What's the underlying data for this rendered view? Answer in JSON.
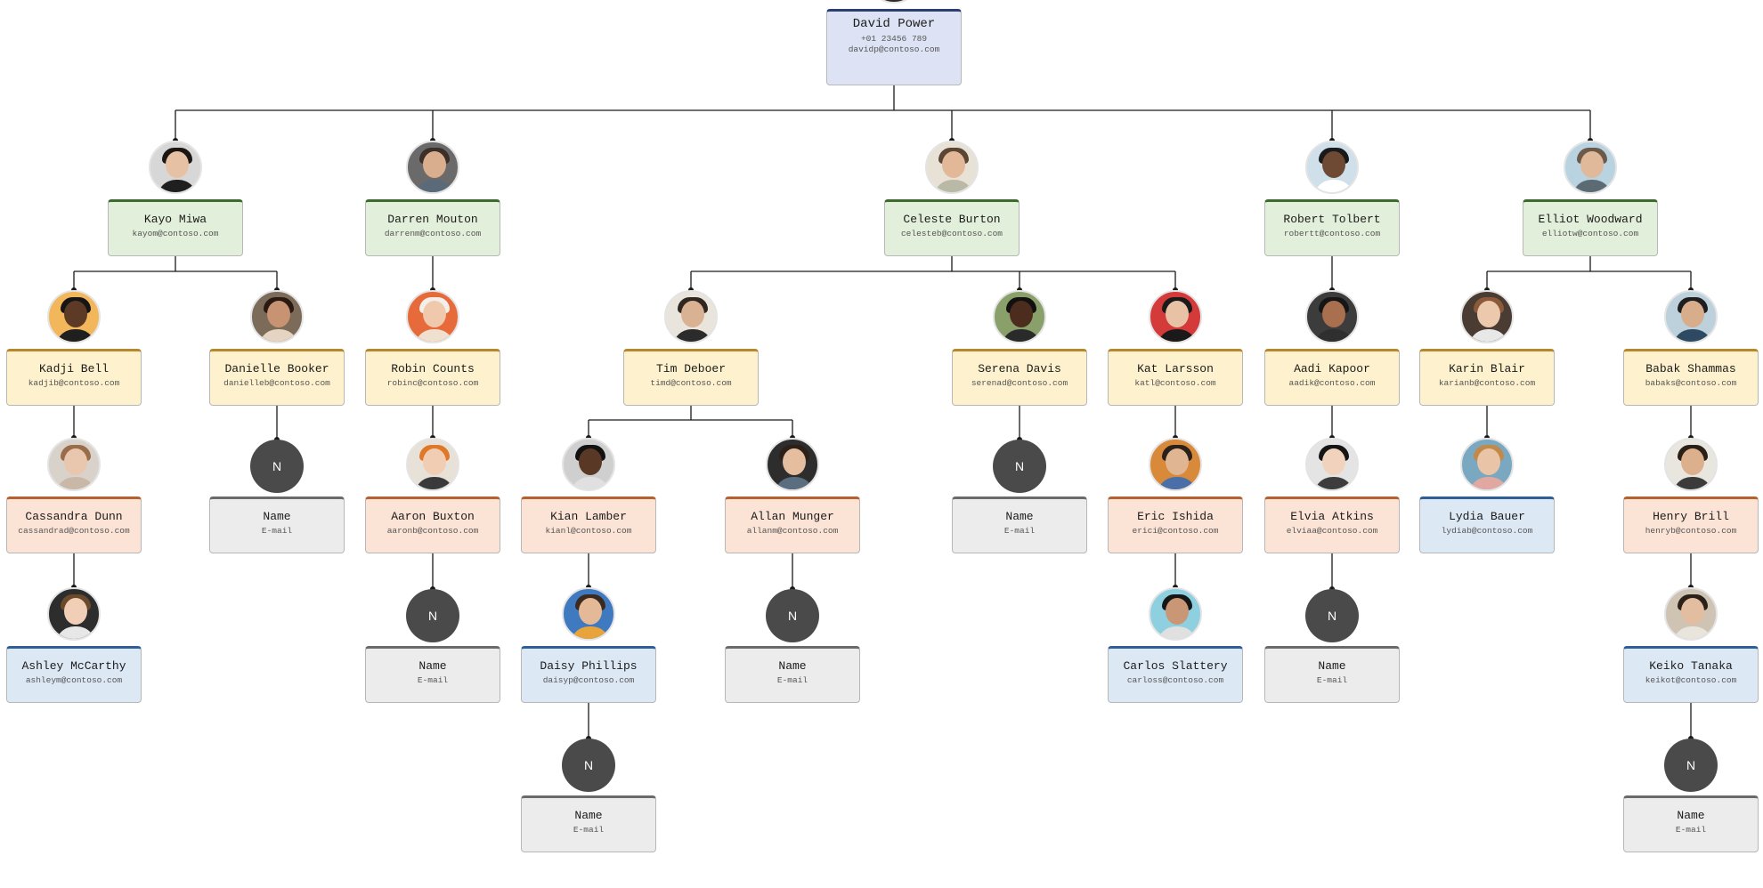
{
  "colors": {
    "line": "#1a1a1a",
    "root": {
      "fill": "#dde3f4",
      "border": "#2c3f70"
    },
    "level1": {
      "fill": "#e2efda",
      "border": "#3d6b2e"
    },
    "level2": {
      "fill": "#fdf2cd",
      "border": "#b8862c"
    },
    "level3": {
      "fill": "#fbe3d6",
      "border": "#b4612d"
    },
    "level4": {
      "fill": "#dde8f5",
      "border": "#2f5f95"
    },
    "placeholder": {
      "fill": "#ececec",
      "border": "#6a6a6a"
    }
  },
  "placeholder_label": "N",
  "people": [
    {
      "id": "root",
      "name": "David Power",
      "phone": "+01 23456 789",
      "email": "davidp@contoso.com",
      "level": "root",
      "parent": null,
      "avatar": {
        "skin": "#e4c4ad",
        "hair": "#cfcfcf",
        "bg": "#a9b4bd",
        "shirt": "#2c2c2c"
      }
    },
    {
      "id": "kayo",
      "name": "Kayo Miwa",
      "email": "kayom@contoso.com",
      "level": "level1",
      "parent": "root",
      "avatar": {
        "skin": "#e6c1a3",
        "hair": "#1c1612",
        "bg": "#d7d7d7",
        "shirt": "#1f1f1f"
      }
    },
    {
      "id": "darren",
      "name": "Darren Mouton",
      "email": "darrenm@contoso.com",
      "level": "level1",
      "parent": "root",
      "avatar": {
        "skin": "#d9ae8f",
        "hair": "#3b2f27",
        "bg": "#6a6a6a",
        "shirt": "#5b6a78"
      }
    },
    {
      "id": "celeste",
      "name": "Celeste Burton",
      "email": "celesteb@contoso.com",
      "level": "level1",
      "parent": "root",
      "avatar": {
        "skin": "#e2b898",
        "hair": "#5a4632",
        "bg": "#e8e2d6",
        "shirt": "#b9b9a5"
      }
    },
    {
      "id": "robert",
      "name": "Robert Tolbert",
      "email": "robertt@contoso.com",
      "level": "level1",
      "parent": "root",
      "avatar": {
        "skin": "#6e4a34",
        "hair": "#1a1a1a",
        "bg": "#cfe0ea",
        "shirt": "#ffffff"
      }
    },
    {
      "id": "elliot",
      "name": "Elliot Woodward",
      "email": "elliotw@contoso.com",
      "level": "level1",
      "parent": "root",
      "avatar": {
        "skin": "#e0b89a",
        "hair": "#6b5a4a",
        "bg": "#b9d3e0",
        "shirt": "#5c6b73"
      }
    },
    {
      "id": "kadji",
      "name": "Kadji Bell",
      "email": "kadjib@contoso.com",
      "level": "level2",
      "parent": "kayo",
      "avatar": {
        "skin": "#5d3a26",
        "hair": "#151515",
        "bg": "#f1b75a",
        "shirt": "#1f1f1f"
      }
    },
    {
      "id": "danielle",
      "name": "Danielle Booker",
      "email": "danielleb@contoso.com",
      "level": "level2",
      "parent": "kayo",
      "avatar": {
        "skin": "#c79373",
        "hair": "#2b1a12",
        "bg": "#7d6b5a",
        "shirt": "#e6d4c2"
      }
    },
    {
      "id": "robin",
      "name": "Robin Counts",
      "email": "robinc@contoso.com",
      "level": "level2",
      "parent": "darren",
      "avatar": {
        "skin": "#f0c9ac",
        "hair": "#f3f0ea",
        "bg": "#e66a3a",
        "shirt": "#f0e0d0"
      }
    },
    {
      "id": "tim",
      "name": "Tim Deboer",
      "email": "timd@contoso.com",
      "level": "level2",
      "parent": "celeste",
      "avatar": {
        "skin": "#d9b193",
        "hair": "#2f2620",
        "bg": "#e9e5dd",
        "shirt": "#2b2b2b"
      }
    },
    {
      "id": "serena",
      "name": "Serena Davis",
      "email": "serenad@contoso.com",
      "level": "level2",
      "parent": "celeste",
      "avatar": {
        "skin": "#4c2c1d",
        "hair": "#111111",
        "bg": "#8aa06a",
        "shirt": "#2a2a2a"
      }
    },
    {
      "id": "kat",
      "name": "Kat Larsson",
      "email": "katl@contoso.com",
      "level": "level2",
      "parent": "celeste",
      "avatar": {
        "skin": "#e7c2a4",
        "hair": "#1a1a1a",
        "bg": "#d43a3a",
        "shirt": "#1a1a1a"
      }
    },
    {
      "id": "aadi",
      "name": "Aadi Kapoor",
      "email": "aadik@contoso.com",
      "level": "level2",
      "parent": "robert",
      "avatar": {
        "skin": "#a9704f",
        "hair": "#161616",
        "bg": "#3c3c3c",
        "shirt": "#2f2f2f"
      }
    },
    {
      "id": "karin",
      "name": "Karin Blair",
      "email": "karianb@contoso.com",
      "level": "level2",
      "parent": "elliot",
      "avatar": {
        "skin": "#ecc8ad",
        "hair": "#8a5a3a",
        "bg": "#4a3b33",
        "shirt": "#e8e8e8"
      }
    },
    {
      "id": "babak",
      "name": "Babak Shammas",
      "email": "babaks@contoso.com",
      "level": "level2",
      "parent": "elliot",
      "avatar": {
        "skin": "#d8ad8c",
        "hair": "#1e1e1e",
        "bg": "#bcd1dc",
        "shirt": "#2d4a62"
      }
    },
    {
      "id": "cassandra",
      "name": "Cassandra Dunn",
      "email": "cassandrad@contoso.com",
      "level": "level3",
      "parent": "kadji",
      "avatar": {
        "skin": "#e9c7ae",
        "hair": "#9a6d4a",
        "bg": "#d9d2ca",
        "shirt": "#c9b8a8"
      }
    },
    {
      "id": "aaron",
      "name": "Aaron Buxton",
      "email": "aaronb@contoso.com",
      "level": "level3",
      "parent": "robin",
      "avatar": {
        "skin": "#f0cdb3",
        "hair": "#e0782a",
        "bg": "#e7e1d7",
        "shirt": "#3a3a3a"
      }
    },
    {
      "id": "kian",
      "name": "Kian Lamber",
      "email": "kianl@contoso.com",
      "level": "level3",
      "parent": "tim",
      "avatar": {
        "skin": "#5a3826",
        "hair": "#121212",
        "bg": "#cfcfcf",
        "shirt": "#e0e0e0"
      }
    },
    {
      "id": "allan",
      "name": "Allan Munger",
      "email": "allanm@contoso.com",
      "level": "level3",
      "parent": "tim",
      "avatar": {
        "skin": "#e5bea0",
        "hair": "#2c2018",
        "bg": "#2d2d2d",
        "shirt": "#5a6e80"
      }
    },
    {
      "id": "eric",
      "name": "Eric Ishida",
      "email": "erici@contoso.com",
      "level": "level3",
      "parent": "kat",
      "avatar": {
        "skin": "#e0b592",
        "hair": "#2a211b",
        "bg": "#d88a3a",
        "shirt": "#4a6ea8"
      }
    },
    {
      "id": "elvia",
      "name": "Elvia Atkins",
      "email": "elviaa@contoso.com",
      "level": "level3",
      "parent": "aadi",
      "avatar": {
        "skin": "#f1d2bc",
        "hair": "#151515",
        "bg": "#e4e4e4",
        "shirt": "#3d3d3d"
      }
    },
    {
      "id": "henry",
      "name": "Henry Brill",
      "email": "henryb@contoso.com",
      "level": "level3",
      "parent": "babak",
      "avatar": {
        "skin": "#ddb08d",
        "hair": "#2a2018",
        "bg": "#e9e6e0",
        "shirt": "#3b3b3b"
      }
    },
    {
      "id": "ashley",
      "name": "Ashley McCarthy",
      "email": "ashleym@contoso.com",
      "level": "level4",
      "parent": "cassandra",
      "avatar": {
        "skin": "#f0cfb6",
        "hair": "#6a4a2a",
        "bg": "#2d2d2d",
        "shirt": "#e7e7e7"
      }
    },
    {
      "id": "daisy",
      "name": "Daisy Phillips",
      "email": "daisyp@contoso.com",
      "level": "level4",
      "parent": "kian",
      "avatar": {
        "skin": "#e4b998",
        "hair": "#3a2a1f",
        "bg": "#3f7ac0",
        "shirt": "#e8a43a"
      }
    },
    {
      "id": "carlos",
      "name": "Carlos Slattery",
      "email": "carloss@contoso.com",
      "level": "level4",
      "parent": "eric",
      "avatar": {
        "skin": "#c99676",
        "hair": "#161616",
        "bg": "#8fd0e0",
        "shirt": "#e0e0e0"
      }
    },
    {
      "id": "lydia",
      "name": "Lydia Bauer",
      "email": "lydiab@contoso.com",
      "level": "level4",
      "parent": "karin",
      "avatar": {
        "skin": "#e9c4a6",
        "hair": "#c28a4a",
        "bg": "#7aa8c0",
        "shirt": "#e0a8a0"
      }
    },
    {
      "id": "keiko",
      "name": "Keiko Tanaka",
      "email": "keikot@contoso.com",
      "level": "level4",
      "parent": "henry",
      "avatar": {
        "skin": "#e3bd9f",
        "hair": "#2b2119",
        "bg": "#cfc3b3",
        "shirt": "#e9e4dc"
      }
    },
    {
      "id": "ph_danielle",
      "name": "Name",
      "email": "E-mail",
      "level": "placeholder",
      "parent": "danielle"
    },
    {
      "id": "ph_aaron",
      "name": "Name",
      "email": "E-mail",
      "level": "placeholder",
      "parent": "aaron"
    },
    {
      "id": "ph_daisy",
      "name": "Name",
      "email": "E-mail",
      "level": "placeholder",
      "parent": "daisy"
    },
    {
      "id": "ph_allan",
      "name": "Name",
      "email": "E-mail",
      "level": "placeholder",
      "parent": "allan"
    },
    {
      "id": "ph_serena",
      "name": "Name",
      "email": "E-mail",
      "level": "placeholder",
      "parent": "serena"
    },
    {
      "id": "ph_elvia",
      "name": "Name",
      "email": "E-mail",
      "level": "placeholder",
      "parent": "elvia"
    },
    {
      "id": "ph_keiko",
      "name": "Name",
      "email": "E-mail",
      "level": "placeholder",
      "parent": "keiko"
    }
  ]
}
